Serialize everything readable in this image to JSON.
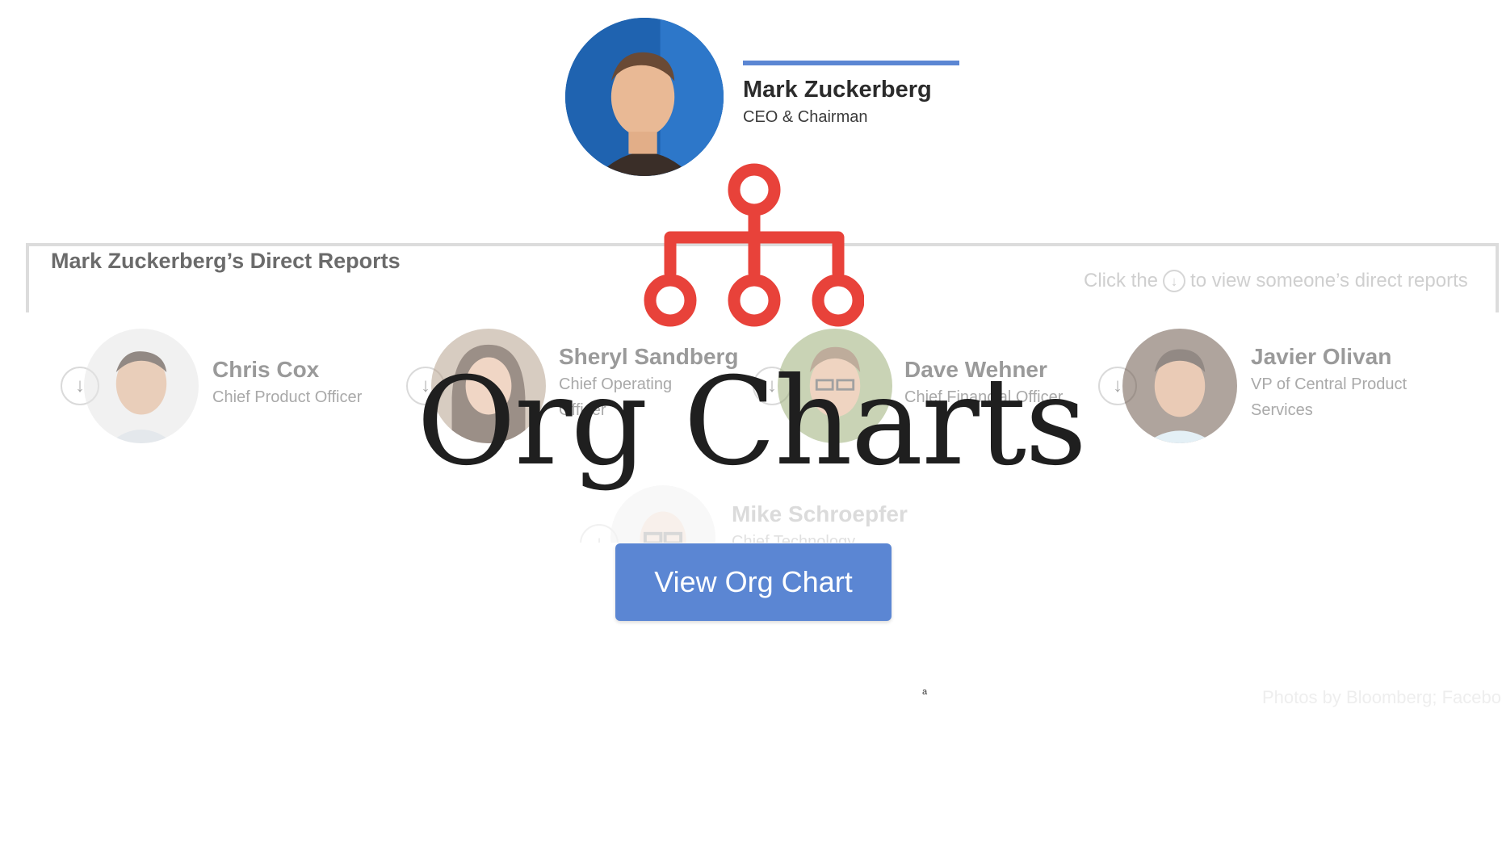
{
  "ceo": {
    "name": "Mark Zuckerberg",
    "title": "CEO & Chairman"
  },
  "reports_panel": {
    "heading": "Mark Zuckerberg’s Direct Reports",
    "hint_before": "Click the",
    "hint_after": "to view someone’s direct reports"
  },
  "reports": [
    {
      "name": "Chris Cox",
      "title": "Chief Product Officer"
    },
    {
      "name": "Sheryl Sandberg",
      "title_line1": "Chief Operating",
      "title_line2": "Officer"
    },
    {
      "name": "Dave Wehner",
      "title": "Chief Financial Officer"
    },
    {
      "name": "Javier Olivan",
      "title_line1": "VP of Central Product",
      "title_line2": "Services"
    },
    {
      "name": "Mike Schroepfer",
      "title": "Chief Technology"
    }
  ],
  "overlay": {
    "title": "Org Charts",
    "button_label": "View Org Chart"
  },
  "tiny_mark": "a",
  "credit": "Photos by Bloomberg; Facebook",
  "colors": {
    "accent": "#5b86d3",
    "icon_red": "#e8423a",
    "title_text": "#1f1f1f"
  },
  "icons": {
    "expand": "arrow-down-circle",
    "org": "org-chart-hierarchy"
  }
}
